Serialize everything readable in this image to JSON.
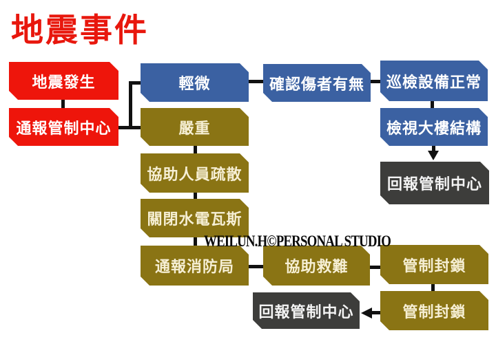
{
  "title": {
    "text": "地震事件"
  },
  "watermark": {
    "text": "WEILUN.H©PERSONAL STUDIO"
  },
  "colors": {
    "red": "#ee150b",
    "blue": "#3b61a2",
    "olive": "#8a7414",
    "dark": "#3d3d3b",
    "title": "#e8170d",
    "connector": "#111111"
  },
  "nodes": [
    {
      "id": "earthquake-occurs",
      "label": "地震發生",
      "type": "red"
    },
    {
      "id": "notify-control-center",
      "label": "通報管制中心",
      "type": "red"
    },
    {
      "id": "minor",
      "label": "輕微",
      "type": "blue"
    },
    {
      "id": "severe",
      "label": "嚴重",
      "type": "olive"
    },
    {
      "id": "assist-evacuation",
      "label": "協助人員疏散",
      "type": "olive"
    },
    {
      "id": "shutoff-utilities",
      "label": "關閉水電瓦斯",
      "type": "olive"
    },
    {
      "id": "notify-fire-dept",
      "label": "通報消防局",
      "type": "olive"
    },
    {
      "id": "confirm-casualties",
      "label": "確認傷者有無",
      "type": "blue"
    },
    {
      "id": "assist-rescue",
      "label": "協助救難",
      "type": "olive"
    },
    {
      "id": "report-control-center-2",
      "label": "回報管制中心",
      "type": "dark"
    },
    {
      "id": "inspect-equipment",
      "label": "巡檢設備正常",
      "type": "blue"
    },
    {
      "id": "inspect-building",
      "label": "檢視大樓結構",
      "type": "blue"
    },
    {
      "id": "report-control-center-1",
      "label": "回報管制中心",
      "type": "dark"
    },
    {
      "id": "lockdown-1",
      "label": "管制封鎖",
      "type": "olive"
    },
    {
      "id": "lockdown-2",
      "label": "管制封鎖",
      "type": "olive"
    }
  ]
}
